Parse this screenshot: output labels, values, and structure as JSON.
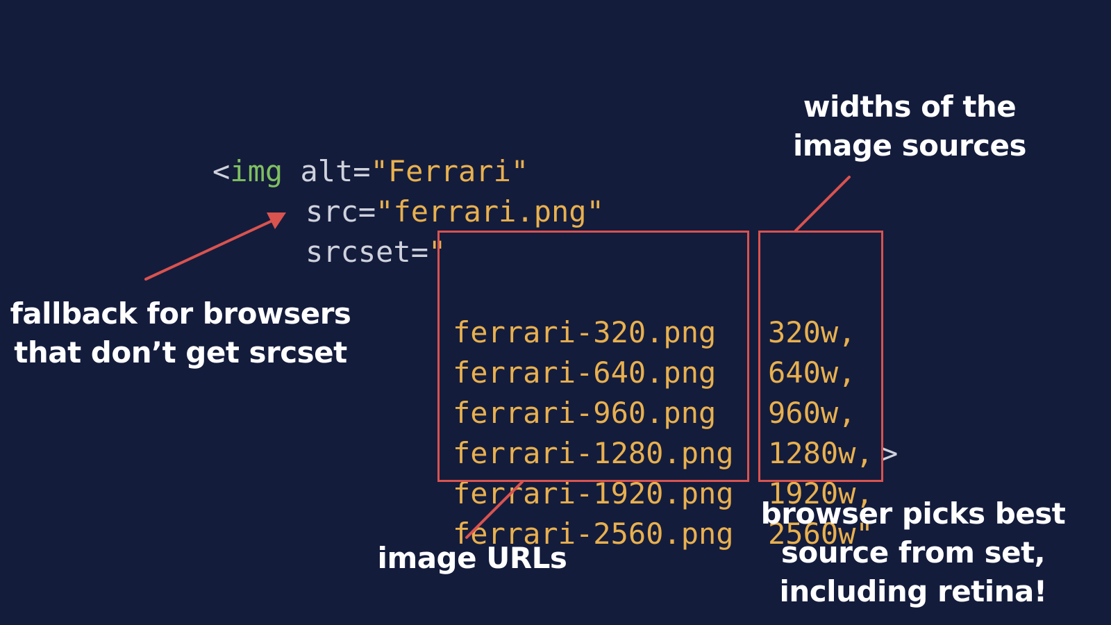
{
  "code": {
    "line1": {
      "open_bracket": "<",
      "tag_name": "img",
      "attr_alt": " alt=",
      "alt_value": "\"Ferrari\""
    },
    "line2": {
      "attr_src": "src=",
      "src_value": "\"ferrari.png\""
    },
    "line3": {
      "attr_srcset": "srcset=",
      "open_quote": "\""
    },
    "srcset_urls": [
      "ferrari-320.png",
      "ferrari-640.png",
      "ferrari-960.png",
      "ferrari-1280.png",
      "ferrari-1920.png",
      "ferrari-2560.png"
    ],
    "srcset_widths": [
      "320w,",
      "640w,",
      "960w,",
      "1280w,",
      "1920w,",
      "2560w\""
    ],
    "close_bracket": ">"
  },
  "annotations": {
    "widths_note_line1": "widths of the",
    "widths_note_line2": "image sources",
    "fallback_note_line1": "fallback for browsers",
    "fallback_note_line2": "that don’t get srcset",
    "urls_note": "image URLs",
    "browser_note_line1": "browser picks best",
    "browser_note_line2": "source from set,",
    "browser_note_line3": "including retina!"
  },
  "colors": {
    "background": "#141c3c",
    "tag": "#7fc060",
    "string": "#e8b04e",
    "attribute": "#cfd2dc",
    "annotation_stroke": "#d9534f",
    "annotation_text": "#ffffff"
  }
}
